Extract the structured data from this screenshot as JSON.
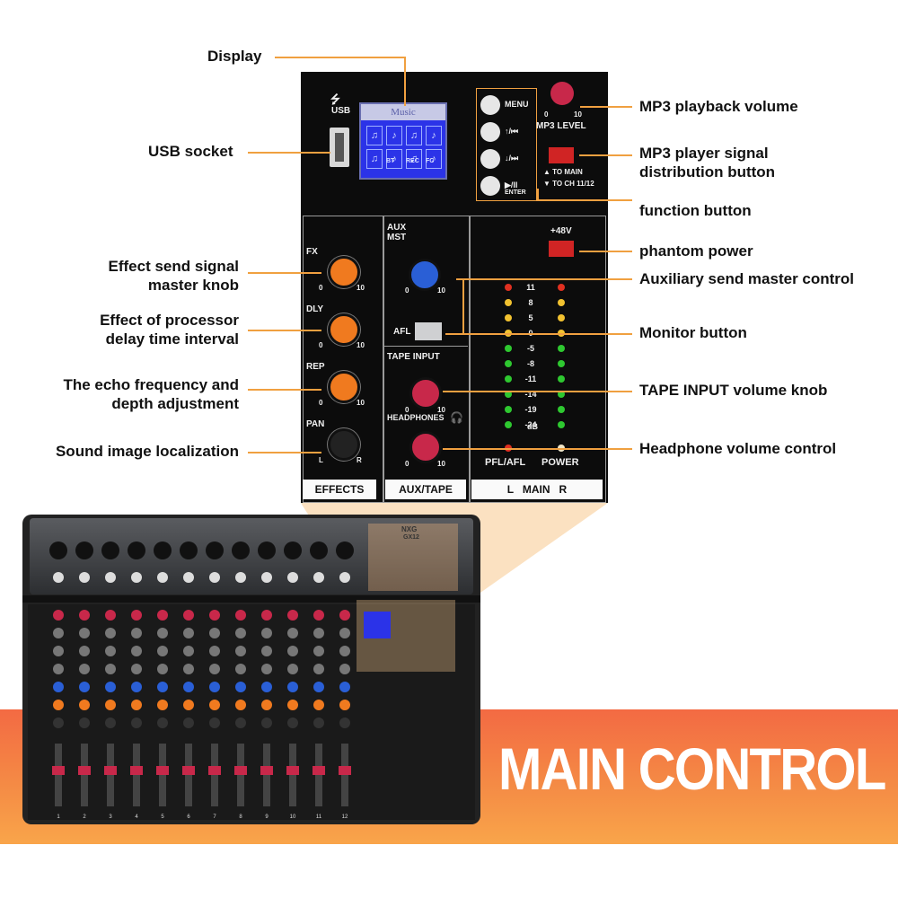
{
  "callouts_left": [
    {
      "id": "display",
      "text": "Display"
    },
    {
      "id": "usb",
      "text": "USB socket"
    },
    {
      "id": "fx",
      "text": "Effect send signal\nmaster knob"
    },
    {
      "id": "dly",
      "text": "Effect of processor\ndelay time interval"
    },
    {
      "id": "rep",
      "text": "The echo frequency and\ndepth adjustment"
    },
    {
      "id": "pan",
      "text": "Sound image localization"
    }
  ],
  "callouts_right": [
    {
      "id": "mp3vol",
      "text": "MP3 playback volume"
    },
    {
      "id": "mp3dist",
      "text": "MP3 player signal\ndistribution button"
    },
    {
      "id": "func",
      "text": "function button"
    },
    {
      "id": "phantom",
      "text": "phantom power"
    },
    {
      "id": "auxmst",
      "text": "Auxiliary send master control"
    },
    {
      "id": "monitor",
      "text": "Monitor button"
    },
    {
      "id": "tape",
      "text": "TAPE INPUT volume knob"
    },
    {
      "id": "hp",
      "text": "Headphone volume control"
    }
  ],
  "panel": {
    "usb_label": "USB",
    "lcd_title": "Music",
    "lcd_icons": [
      "♫",
      "♪",
      "♫",
      "♪",
      "♫",
      "♪",
      "♫",
      "♪"
    ],
    "lcd_sub": [
      "BT",
      "REC",
      "FC",
      ""
    ],
    "buttons": [
      {
        "label": "MENU"
      },
      {
        "label": "↑/⏮"
      },
      {
        "label": "↓/⏭"
      },
      {
        "label": "▶/II",
        "sub": "ENTER"
      }
    ],
    "mp3_level": "MP3 LEVEL",
    "mp3_min": "0",
    "mp3_max": "10",
    "to_main": "▲ TO MAIN",
    "to_ch": "▼ TO CH 11/12",
    "phantom": "+48V",
    "effects": [
      {
        "label": "FX",
        "min": "0",
        "max": "10"
      },
      {
        "label": "DLY",
        "min": "0",
        "max": "10"
      },
      {
        "label": "REP",
        "min": "0",
        "max": "10"
      },
      {
        "label": "PAN",
        "min": "L",
        "max": "R"
      }
    ],
    "aux_mst": "AUX\nMST",
    "aux_min": "0",
    "aux_max": "10",
    "afl": "AFL",
    "tape_input": "TAPE INPUT",
    "tape_min": "0",
    "tape_max": "10",
    "headphones": "HEADPHONES",
    "hp_min": "0",
    "hp_max": "10",
    "meter_scale": [
      "11",
      "8",
      "5",
      "0",
      "-5",
      "-8",
      "-11",
      "-14",
      "-19",
      "-24"
    ],
    "db": "dB",
    "pfl": "PFL/AFL",
    "power": "POWER",
    "footers": [
      "EFFECTS",
      "AUX/TAPE",
      "L   MAIN   R"
    ]
  },
  "mixer": {
    "brand": "NXG",
    "model": "GX12",
    "channels": [
      "1",
      "2",
      "3",
      "4",
      "5",
      "6",
      "7",
      "8",
      "9",
      "10",
      "11",
      "12"
    ]
  },
  "banner_text": "MAIN CONTROL",
  "colors": {
    "accent_line": "#f0a040",
    "banner": "#f36a43",
    "lcd": "#2b33e8",
    "orange_knob": "#f07a1f",
    "blue_knob": "#2a5fd6",
    "red_knob": "#c8284a"
  }
}
